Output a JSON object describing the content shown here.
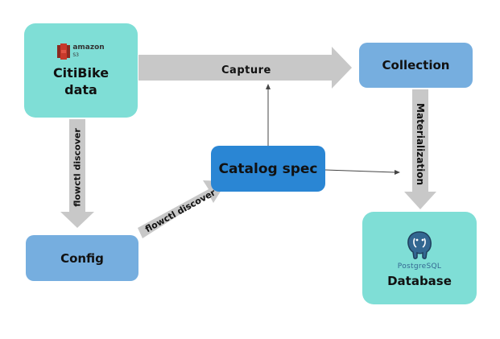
{
  "nodes": {
    "citibike": {
      "logo_brand": "amazon",
      "logo_sub": "S3",
      "line1": "CitiBike",
      "line2": "data"
    },
    "collection": {
      "label": "Collection"
    },
    "catalog": {
      "label": "Catalog spec"
    },
    "config": {
      "label": "Config"
    },
    "database": {
      "logo_text": "PostgreSQL",
      "label": "Database"
    }
  },
  "edges": {
    "capture": "Capture",
    "discover_vertical": "flowctl discover",
    "discover_diagonal": "flowctl discover",
    "materialization": "Materialization"
  },
  "colors": {
    "teal_node": "#7fded6",
    "light_blue_node": "#76aedf",
    "catalog_node": "#2a86d4",
    "arrow_gray": "#c8c8c8",
    "s3_red": "#c7392b",
    "postgres_blue": "#336791"
  },
  "icons": [
    "aws-s3-icon",
    "postgresql-elephant-icon"
  ]
}
